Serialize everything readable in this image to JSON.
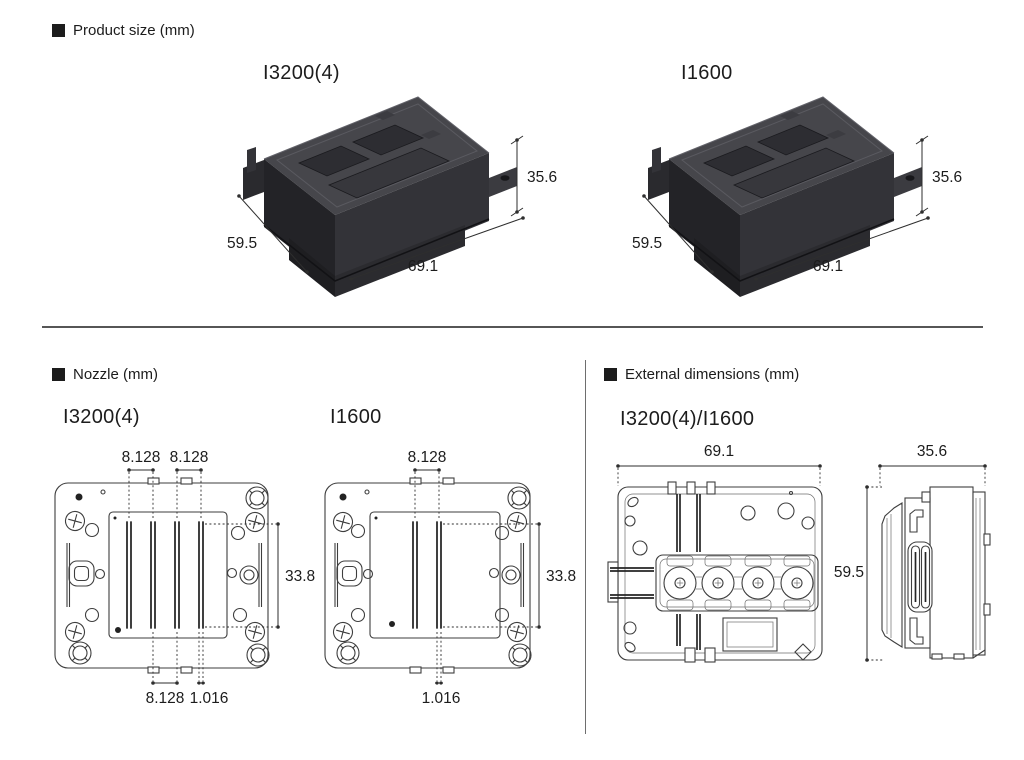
{
  "product_size": {
    "heading": "Product size (mm)",
    "items": [
      {
        "label": "I3200(4)",
        "height": "35.6",
        "depth": "59.5",
        "width": "69.1"
      },
      {
        "label": "I1600",
        "height": "35.6",
        "depth": "59.5",
        "width": "69.1"
      }
    ]
  },
  "nozzle": {
    "heading": "Nozzle (mm)",
    "items": [
      {
        "label": "I3200(4)",
        "top_dim_1": "8.128",
        "top_dim_2": "8.128",
        "right_dim": "33.8",
        "bottom_dim_1": "8.128",
        "bottom_dim_2": "1.016"
      },
      {
        "label": "I1600",
        "top_dim_1": "8.128",
        "right_dim": "33.8",
        "bottom_dim_1": "1.016"
      }
    ]
  },
  "external": {
    "heading": "External dimensions (mm)",
    "label": "I3200(4)/I1600",
    "front_width": "69.1",
    "front_height": "59.5",
    "side_width": "35.6"
  }
}
